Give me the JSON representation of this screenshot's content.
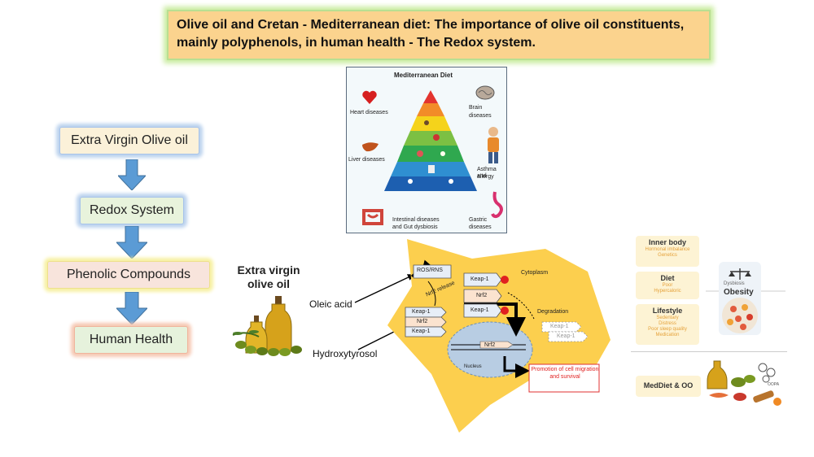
{
  "title": "Olive oil and Cretan - Mediterranean diet: The importance of olive oil constituents, mainly polyphenols, in human health - The Redox system.",
  "flow": {
    "step1": "Extra Virgin Olive oil",
    "step2": "Redox System",
    "step3": "Phenolic Compounds",
    "step4": "Human Health"
  },
  "pyramid": {
    "title": "Mediterranean Diet",
    "heart": "Heart diseases",
    "brain_1": "Brain",
    "brain_2": "diseases",
    "liver": "Liver diseases",
    "asthma_1": "Asthma and",
    "asthma_2": "allergy",
    "intestinal_1": "Intestinal diseases",
    "intestinal_2": "and Gut dysbiosis",
    "gastric_1": "Gastric",
    "gastric_2": "diseases",
    "colors": [
      "#e3342f",
      "#f28c28",
      "#f5d31b",
      "#7cc043",
      "#2fa84f",
      "#2f8fd1",
      "#1d5fb0"
    ]
  },
  "evoo": {
    "line1": "Extra virgin",
    "line2": "olive oil",
    "oleic": "Oleic acid",
    "hydroxy": "Hydroxytyrosol"
  },
  "cell": {
    "ros": "ROS/RNS",
    "nrf2_release": "Nrf2 release",
    "cytoplasm": "Cytoplasm",
    "keap1": "Keap-1",
    "nrf2": "Nrf2",
    "degradation": "Degradation",
    "nucleus": "Nucleus",
    "promotion": "Promotion of cell migration and survival",
    "cell_color": "#fccf4e"
  },
  "right_panel": {
    "inner_title": "Inner body",
    "inner_sub1": "Hormonal imbalance",
    "inner_sub2": "Genetics",
    "diet_title": "Diet",
    "diet_sub1": "Poor",
    "diet_sub2": "Hypercaloric",
    "lifestyle_title": "Lifestyle",
    "lifestyle_sub1": "Sedentary",
    "lifestyle_sub2": "Distress",
    "lifestyle_sub3": "Poor sleep quality",
    "lifestyle_sub4": "Medication",
    "dysbiosis": "Dysbiosis",
    "obesity": "Obesity",
    "meddiet": "MedDiet & OO",
    "oopa": "OOPA"
  }
}
